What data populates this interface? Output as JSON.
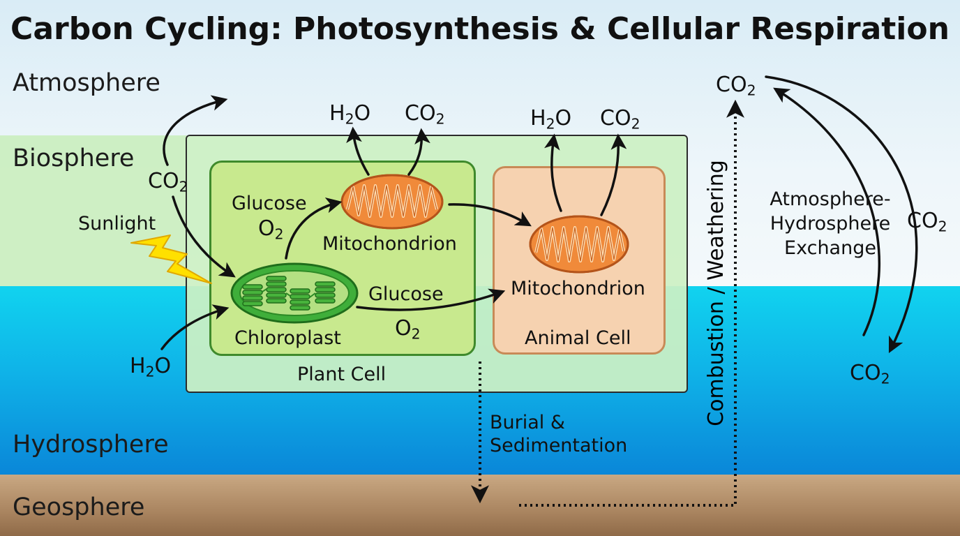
{
  "title": "Carbon Cycling: Photosynthesis & Cellular Respiration",
  "spheres": {
    "atmosphere": "Atmosphere",
    "biosphere": "Biosphere",
    "hydrosphere": "Hydrosphere",
    "geosphere": "Geosphere"
  },
  "formulas": {
    "co2_base": "CO",
    "h2o_h": "H",
    "h2o_o": "O",
    "o2_base": "O",
    "sub2": "2"
  },
  "labels": {
    "sunlight": "Sunlight",
    "glucose": "Glucose",
    "mitochondrion": "Mitochondrion",
    "chloroplast": "Chloroplast",
    "plant_cell": "Plant Cell",
    "animal_cell": "Animal Cell",
    "combustion_weathering": "Combustion / Weathering",
    "burial_line1": "Burial &",
    "burial_line2": "Sedimentation",
    "exchange_line1": "Atmosphere-",
    "exchange_line2": "Hydrosphere",
    "exchange_line3": "Exchange"
  },
  "colors": {
    "atmosphere": "#e6f2f8",
    "biosphere": "#cbeec1",
    "hydrosphere": "#0fb3e8",
    "geosphere": "#aa8560",
    "plant_cell": "#c8e98e",
    "animal_cell": "#f6d2b0",
    "mitochondrion": "#f08a3a",
    "chloroplast": "#3fae3a",
    "sunlight": "#ffe000"
  }
}
